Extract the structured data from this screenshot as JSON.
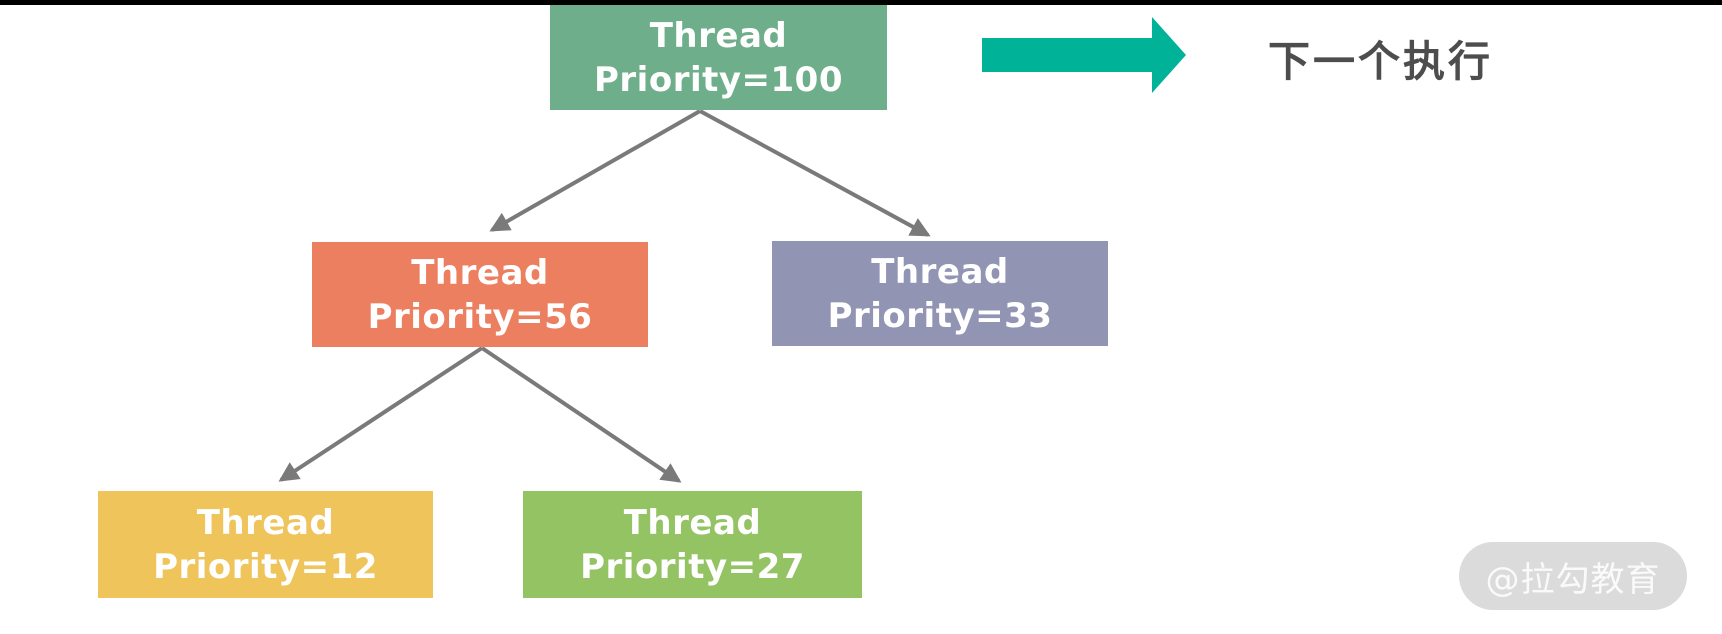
{
  "page": {
    "background": "#ffffff",
    "top_bar_color": "#000000"
  },
  "diagram": {
    "connector_color": "#7a7a7a",
    "nodes": [
      {
        "line1": "Thread",
        "line2": "Priority=100",
        "color": "#6fae8a"
      },
      {
        "line1": "Thread",
        "line2": "Priority=56",
        "color": "#ec7f60"
      },
      {
        "line1": "Thread",
        "line2": "Priority=33",
        "color": "#9194b3"
      },
      {
        "line1": "Thread",
        "line2": "Priority=12",
        "color": "#eec45b"
      },
      {
        "line1": "Thread",
        "line2": "Priority=27",
        "color": "#94c364"
      }
    ]
  },
  "legend": {
    "arrow_color": "#00b398",
    "label": "下一个执行",
    "label_color": "#4d4d4d"
  },
  "watermark": {
    "text": "@拉勾教育",
    "pill_color": "#dbdbdb",
    "text_color": "#fafafa"
  }
}
